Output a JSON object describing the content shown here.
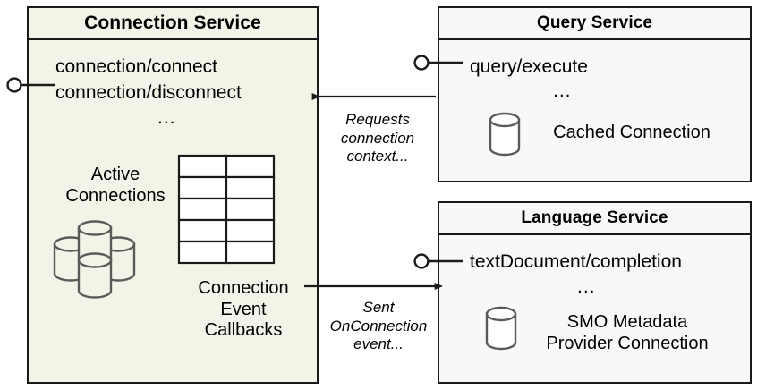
{
  "diagram": {
    "title_hidden": "Service component interaction diagram",
    "components": [
      {
        "id": "connection-service",
        "name": "Connection Service",
        "fill": "#f2f4e8",
        "operations": [
          "connection/connect",
          "connection/disconnect"
        ],
        "operations_more": "...",
        "artifacts": [
          {
            "id": "active-connections",
            "label": "Active\nConnections",
            "icon": "database-cluster-icon"
          },
          {
            "id": "connection-event-callbacks",
            "label": "Connection\nEvent\nCallbacks",
            "icon": "table-grid-icon"
          }
        ]
      },
      {
        "id": "query-service",
        "name": "Query Service",
        "fill": "#f7f8fa",
        "operations": [
          "query/execute"
        ],
        "operations_more": "...",
        "artifacts": [
          {
            "id": "cached-connection",
            "label": "Cached Connection",
            "icon": "database-cylinder-icon"
          }
        ]
      },
      {
        "id": "language-service",
        "name": "Language Service",
        "fill": "#f7f8fa",
        "operations": [
          "textDocument/completion"
        ],
        "operations_more": "...",
        "artifacts": [
          {
            "id": "smo-metadata-provider-connection",
            "label": "SMO Metadata\nProvider Connection",
            "icon": "database-cylinder-icon"
          }
        ]
      }
    ],
    "edges": [
      {
        "id": "query-to-connection",
        "from": "query-service",
        "to": "connection-service",
        "caption": "Requests\nconnection\ncontext...",
        "direction": "left"
      },
      {
        "id": "connection-to-language",
        "from": "connection-service",
        "to": "language-service",
        "caption": "Sent\nOnConnection\nevent...",
        "direction": "right"
      }
    ],
    "interfaces": [
      {
        "id": "connection-service-interface",
        "owner": "connection-service",
        "icon": "provided-interface-lollipop-icon"
      },
      {
        "id": "query-service-interface",
        "owner": "query-service",
        "icon": "provided-interface-lollipop-icon"
      },
      {
        "id": "language-service-interface",
        "owner": "language-service",
        "icon": "provided-interface-lollipop-icon"
      }
    ],
    "colors": {
      "left_box_fill": "#f2f4e8",
      "right_box_fill": "#f7f8fa",
      "stroke": "#1a1a1a",
      "icon_stroke": "#5a5a58",
      "background": "#ffffff"
    }
  }
}
